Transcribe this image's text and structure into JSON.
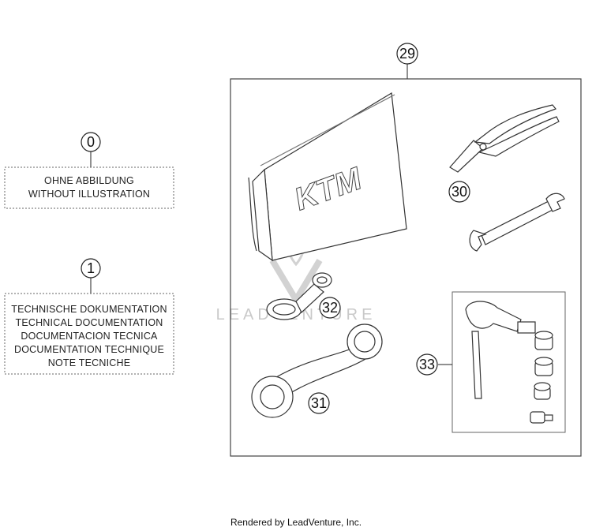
{
  "callouts": {
    "c0": "0",
    "c1": "1",
    "c29": "29",
    "c30": "30",
    "c31": "31",
    "c32": "32",
    "c33": "33"
  },
  "notes": {
    "without_illustration": [
      "OHNE ABBILDUNG",
      "WITHOUT ILLUSTRATION"
    ],
    "technical_documentation": [
      "TECHNISCHE DOKUMENTATION",
      "TECHNICAL DOCUMENTATION",
      "DOCUMENTACION TECNICA",
      "DOCUMENTATION TECHNIQUE",
      "NOTE TECNICHE"
    ]
  },
  "pouch_logo": "KTM",
  "watermark": "LEADVENTURE",
  "footer": "Rendered by LeadVenture, Inc.",
  "colors": {
    "line": "#333333",
    "watermark": "#c9c9c9"
  }
}
